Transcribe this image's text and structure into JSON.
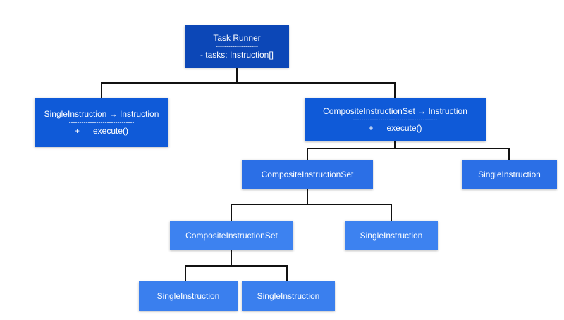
{
  "root": {
    "title": "Task Runner",
    "separator": "--------------------",
    "member": "- tasks: Instruction[]"
  },
  "single_left": {
    "title": "SingleInstruction → Instruction",
    "separator": "-------------------------------",
    "member_prefix": "+",
    "member": "execute()"
  },
  "composite_top": {
    "title": "CompositeInstructionSet → Instruction",
    "separator": "----------------------------------------",
    "member_prefix": "+",
    "member": "execute()"
  },
  "composite_mid": {
    "title": "CompositeInstructionSet"
  },
  "single_mid_right": {
    "title": "SingleInstruction"
  },
  "composite_low": {
    "title": "CompositeInstructionSet"
  },
  "single_low_right": {
    "title": "SingleInstruction"
  },
  "single_leaf_a": {
    "title": "SingleInstruction"
  },
  "single_leaf_b": {
    "title": "SingleInstruction"
  },
  "colors": {
    "root": "#0c47b7",
    "level1": "#0f5ad8",
    "level2": "#2b6fe6",
    "level3": "#3d82f0",
    "connector": "#111111"
  }
}
